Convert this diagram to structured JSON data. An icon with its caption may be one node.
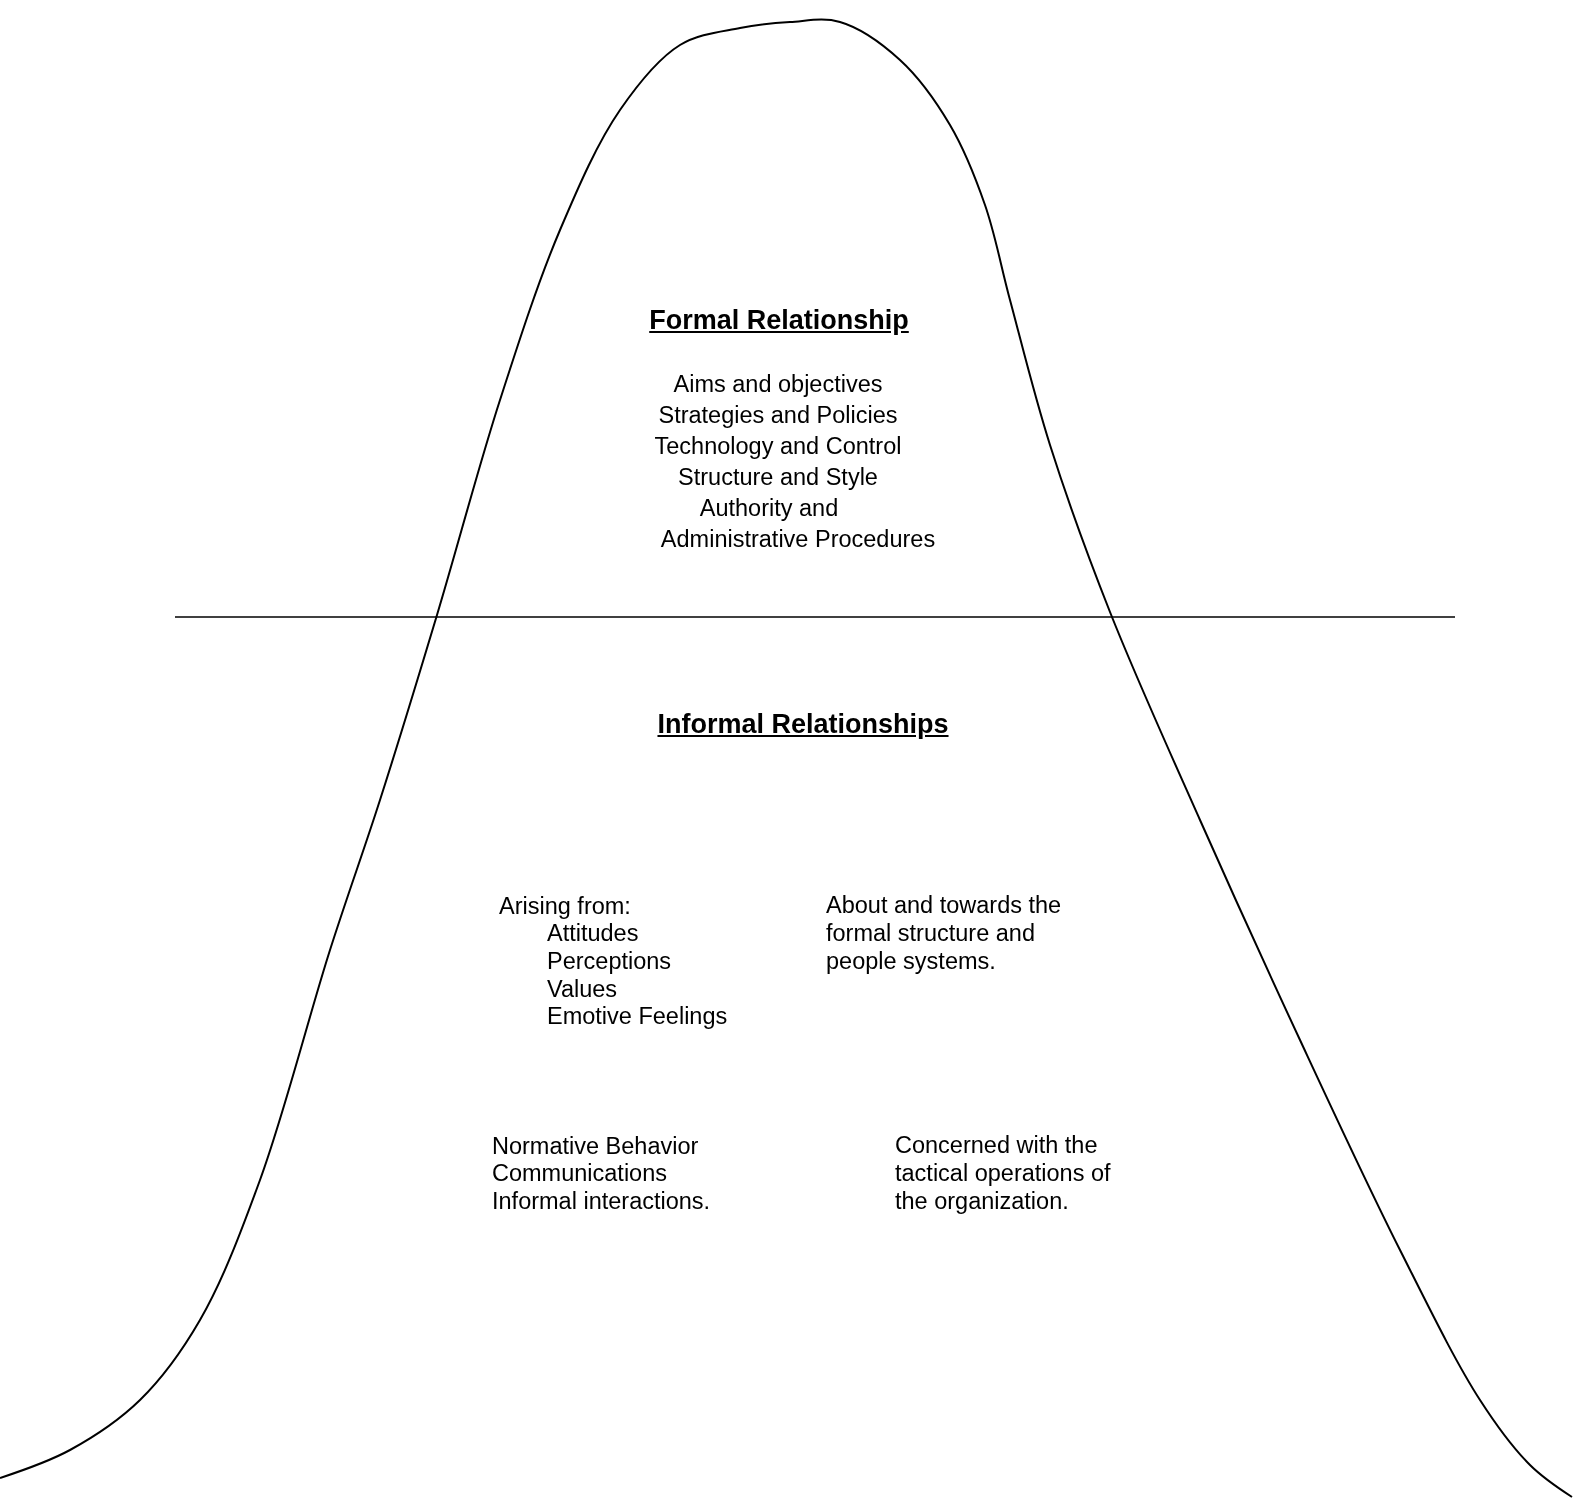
{
  "diagram": {
    "labels": [
      "Formal Relationship",
      "Aims and objectives",
      "Strategies and Policies",
      "Technology and Control",
      "Structure and Style",
      "Authority and",
      "Administrative Procedures",
      "Informal Relationships",
      "Arising from:",
      "Attitudes",
      "Perceptions",
      "Values",
      "Emotive Feelings",
      "About and towards the formal structure and people systems.",
      "Normative Behavior",
      "Communications",
      "Informal interactions.",
      "Concerned with the tactical operations of the organization."
    ]
  }
}
